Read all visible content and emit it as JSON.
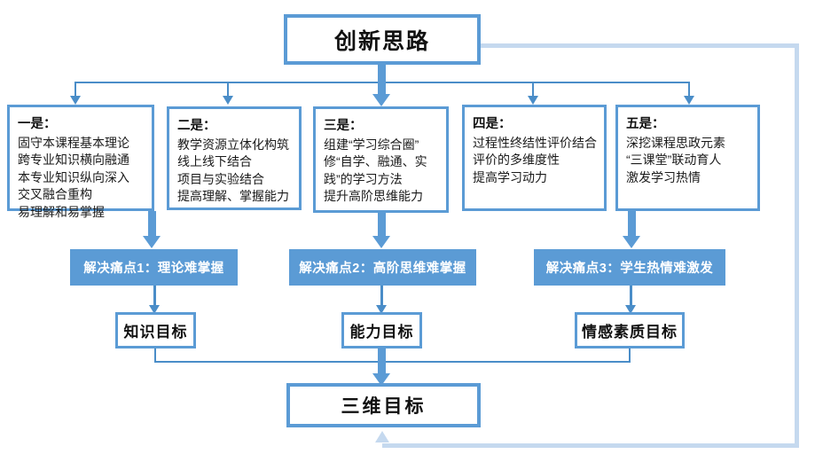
{
  "diagram": {
    "title_box": {
      "label": "创新思路"
    },
    "ideas": [
      {
        "head": "一是：",
        "lines": [
          "固守本课程基本理论",
          "跨专业知识横向融通",
          "本专业知识纵向深入",
          "交叉融合重构",
          "易理解和易掌握"
        ]
      },
      {
        "head": "二是：",
        "lines": [
          "教学资源立体化构筑",
          "线上线下结合",
          "项目与实验结合",
          "提高理解、掌握能力"
        ]
      },
      {
        "head": "三是：",
        "lines": [
          "组建“学习综合圈”",
          "修“自学、融通、实",
          "践”的学习方法",
          "提升高阶思维能力"
        ]
      },
      {
        "head": "四是：",
        "lines": [
          "过程性终结性评价结合",
          "评价的多维度性",
          "提高学习动力"
        ]
      },
      {
        "head": "五是：",
        "lines": [
          "深挖课程思政元素",
          "“三课堂”联动育人",
          "激发学习热情"
        ]
      }
    ],
    "pain_points": [
      {
        "label": "解决痛点1：理论难掌握"
      },
      {
        "label": "解决痛点2：高阶思维难掌握"
      },
      {
        "label": "解决痛点3：学生热情难激发"
      }
    ],
    "goals": [
      {
        "label": "知识目标"
      },
      {
        "label": "能力目标"
      },
      {
        "label": "情感素质目标"
      }
    ],
    "final_box": {
      "label": "三维目标"
    },
    "colors": {
      "accent": "#5B9BD5",
      "connector": "#4A8DC8",
      "feedback": "#C5D9EF",
      "box_fill": "#FFFFFF",
      "text": "#111111",
      "bar_text": "#FFFFFF"
    }
  }
}
